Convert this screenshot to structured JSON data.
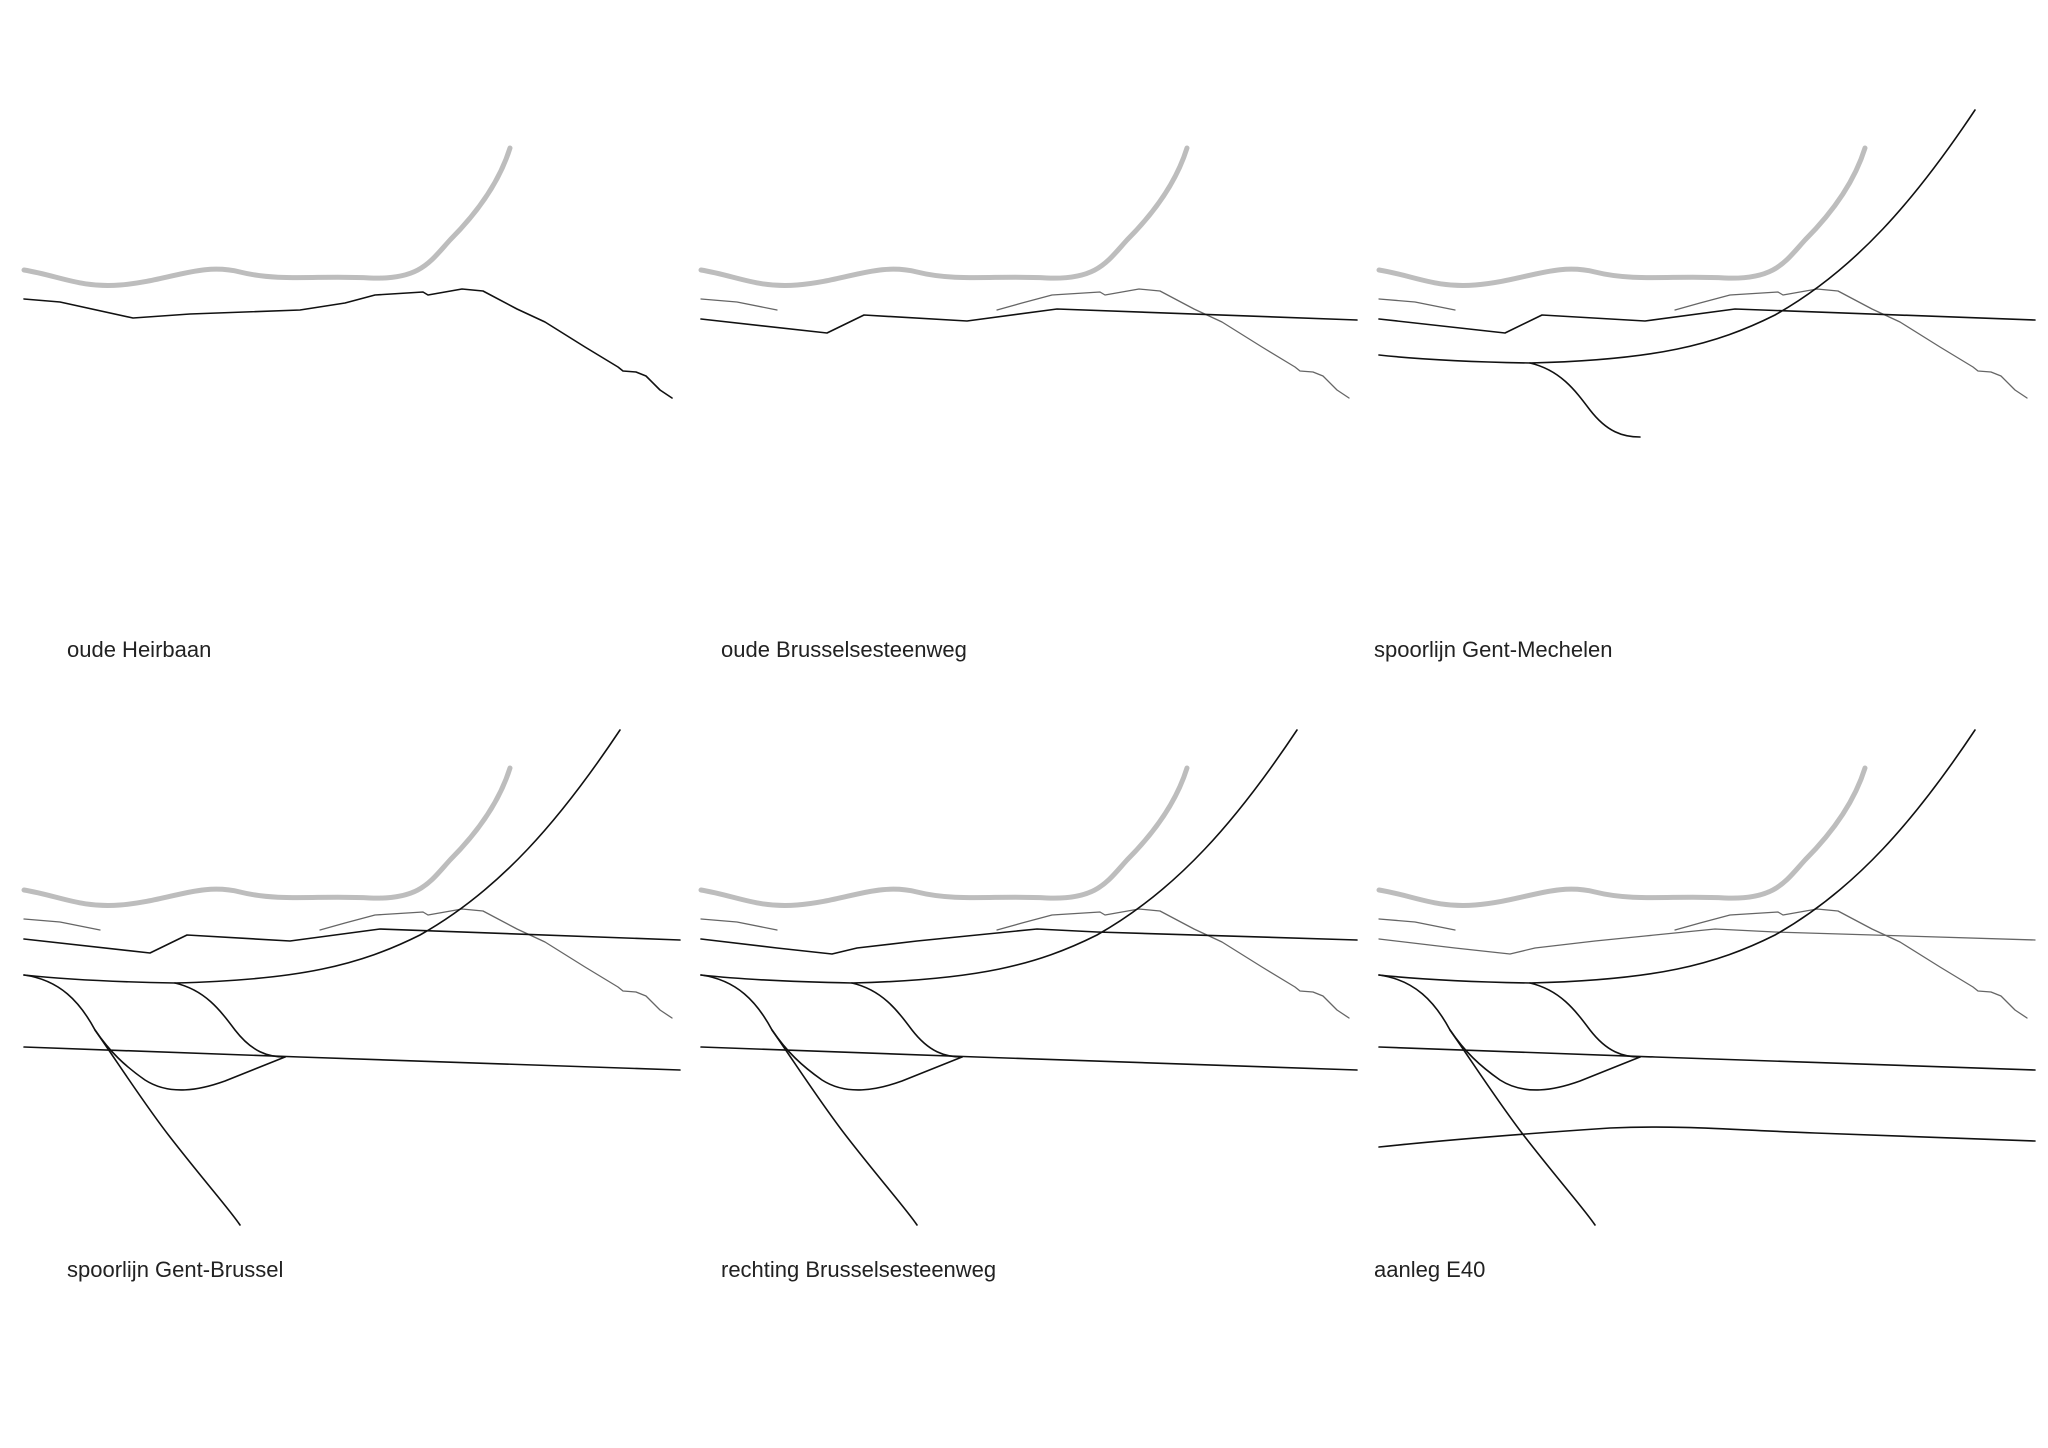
{
  "panels": [
    {
      "caption": "oude Heirbaan",
      "layers": [
        "river",
        "heirbaan"
      ]
    },
    {
      "caption": "oude Brusselsesteenweg",
      "layers": [
        "river",
        "heirbaan-gray",
        "steenweg-old"
      ]
    },
    {
      "caption": "spoorlijn Gent-Mechelen",
      "layers": [
        "river",
        "heirbaan-gray",
        "steenweg-old",
        "rail-gent-mechelen"
      ]
    },
    {
      "caption": "spoorlijn Gent-Brussel",
      "layers": [
        "river",
        "heirbaan-gray",
        "steenweg-old",
        "rail-gent-mechelen",
        "rail-gent-brussel"
      ]
    },
    {
      "caption": "rechting Brusselsesteenweg",
      "layers": [
        "river",
        "heirbaan-gray",
        "steenweg-straightened",
        "rail-gent-mechelen",
        "rail-gent-brussel"
      ]
    },
    {
      "caption": "aanleg E40",
      "layers": [
        "river",
        "heirbaan-gray",
        "steenweg-straightened-gray",
        "rail-gent-mechelen",
        "rail-gent-brussel",
        "highway-e40"
      ]
    }
  ],
  "colors": {
    "river": "#bdbdbd",
    "road_dark": "#111111",
    "road_gray": "#666666"
  }
}
